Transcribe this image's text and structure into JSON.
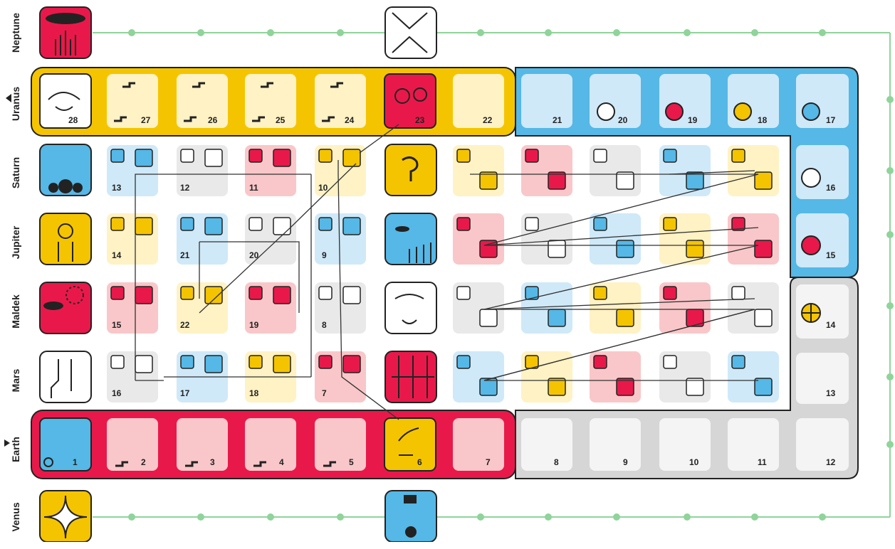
{
  "row_labels": [
    "Neptune",
    "Uranus",
    "Saturn",
    "Jupiter",
    "Maldek",
    "Mars",
    "Earth",
    "Venus"
  ],
  "colors": {
    "red": "#e8194a",
    "yellow": "#f5c400",
    "blue": "#55b8e6",
    "white": "#ffffff",
    "green_line": "#8fd49a"
  },
  "uranus_numbers": [
    "28",
    "27",
    "26",
    "25",
    "24",
    "23",
    "22"
  ],
  "uranus_ext_numbers": [
    "21",
    "20",
    "19",
    "18",
    "17"
  ],
  "right_column_numbers": [
    "16",
    "15",
    "14",
    "13"
  ],
  "earth_numbers": [
    "1",
    "2",
    "3",
    "4",
    "5",
    "6",
    "7"
  ],
  "earth_ext_numbers": [
    "8",
    "9",
    "10",
    "11",
    "12"
  ],
  "inner_numbers": {
    "saturn": [
      "13",
      "12",
      "11",
      "10"
    ],
    "jupiter": [
      "14",
      "21",
      "20",
      "9"
    ],
    "maldek": [
      "15",
      "22",
      "19",
      "8"
    ],
    "mars": [
      "16",
      "17",
      "18",
      "7"
    ]
  }
}
